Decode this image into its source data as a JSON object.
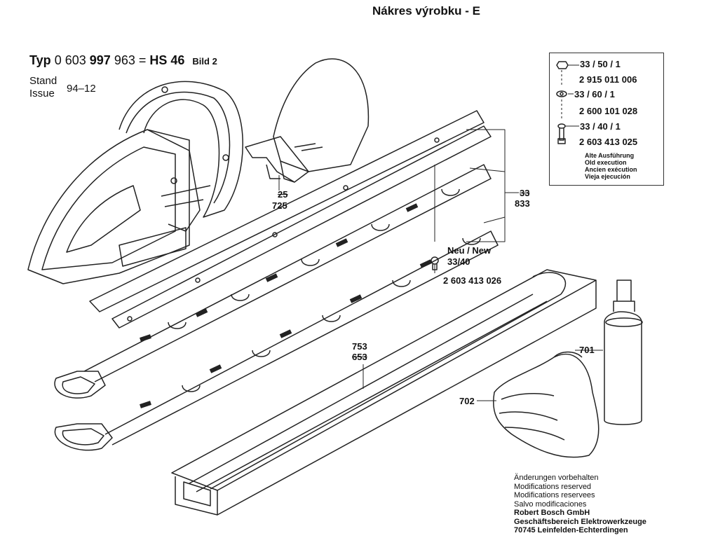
{
  "header": {
    "title": "Nákres výrobku - E",
    "typ_prefix": "Typ",
    "typ_number_light": "0 603",
    "typ_number_bold": "997",
    "typ_number_tail": "963 =",
    "model": "HS 46",
    "bild": "Bild 2",
    "stand_label": "Stand",
    "issue_label": "Issue",
    "issue_date": "94–12"
  },
  "labels": {
    "cover_old": "25",
    "cover_new": "725",
    "blade_old": "33",
    "blade_new": "833",
    "neu_new": "Neu / New",
    "neu_ref": "33/40",
    "neu_part": "2 603 413 026",
    "sheath_new": "753",
    "sheath_old": "653",
    "oil": "701",
    "gloves": "702"
  },
  "legend": {
    "r1_ref": "33 / 50 / 1",
    "r1_part": "2 915 011 006",
    "r2_ref": "33 / 60 / 1",
    "r2_part": "2 600 101 028",
    "r3_ref": "33 / 40 / 1",
    "r3_part": "2 603 413 025",
    "note_de": "Alte Ausführung",
    "note_en": "Old execution",
    "note_fr": "Ancien exécution",
    "note_es": "Vieja ejecución"
  },
  "footer": {
    "l1": "Änderungen vorbehalten",
    "l2": "Modifications reserved",
    "l3": "Modifications reservees",
    "l4": "Salvo modificaciones",
    "l5": "Robert Bosch GmbH",
    "l6": "Geschäftsbereich Elektrowerkzeuge",
    "l7": "70745 Leinfelden-Echterdingen"
  }
}
